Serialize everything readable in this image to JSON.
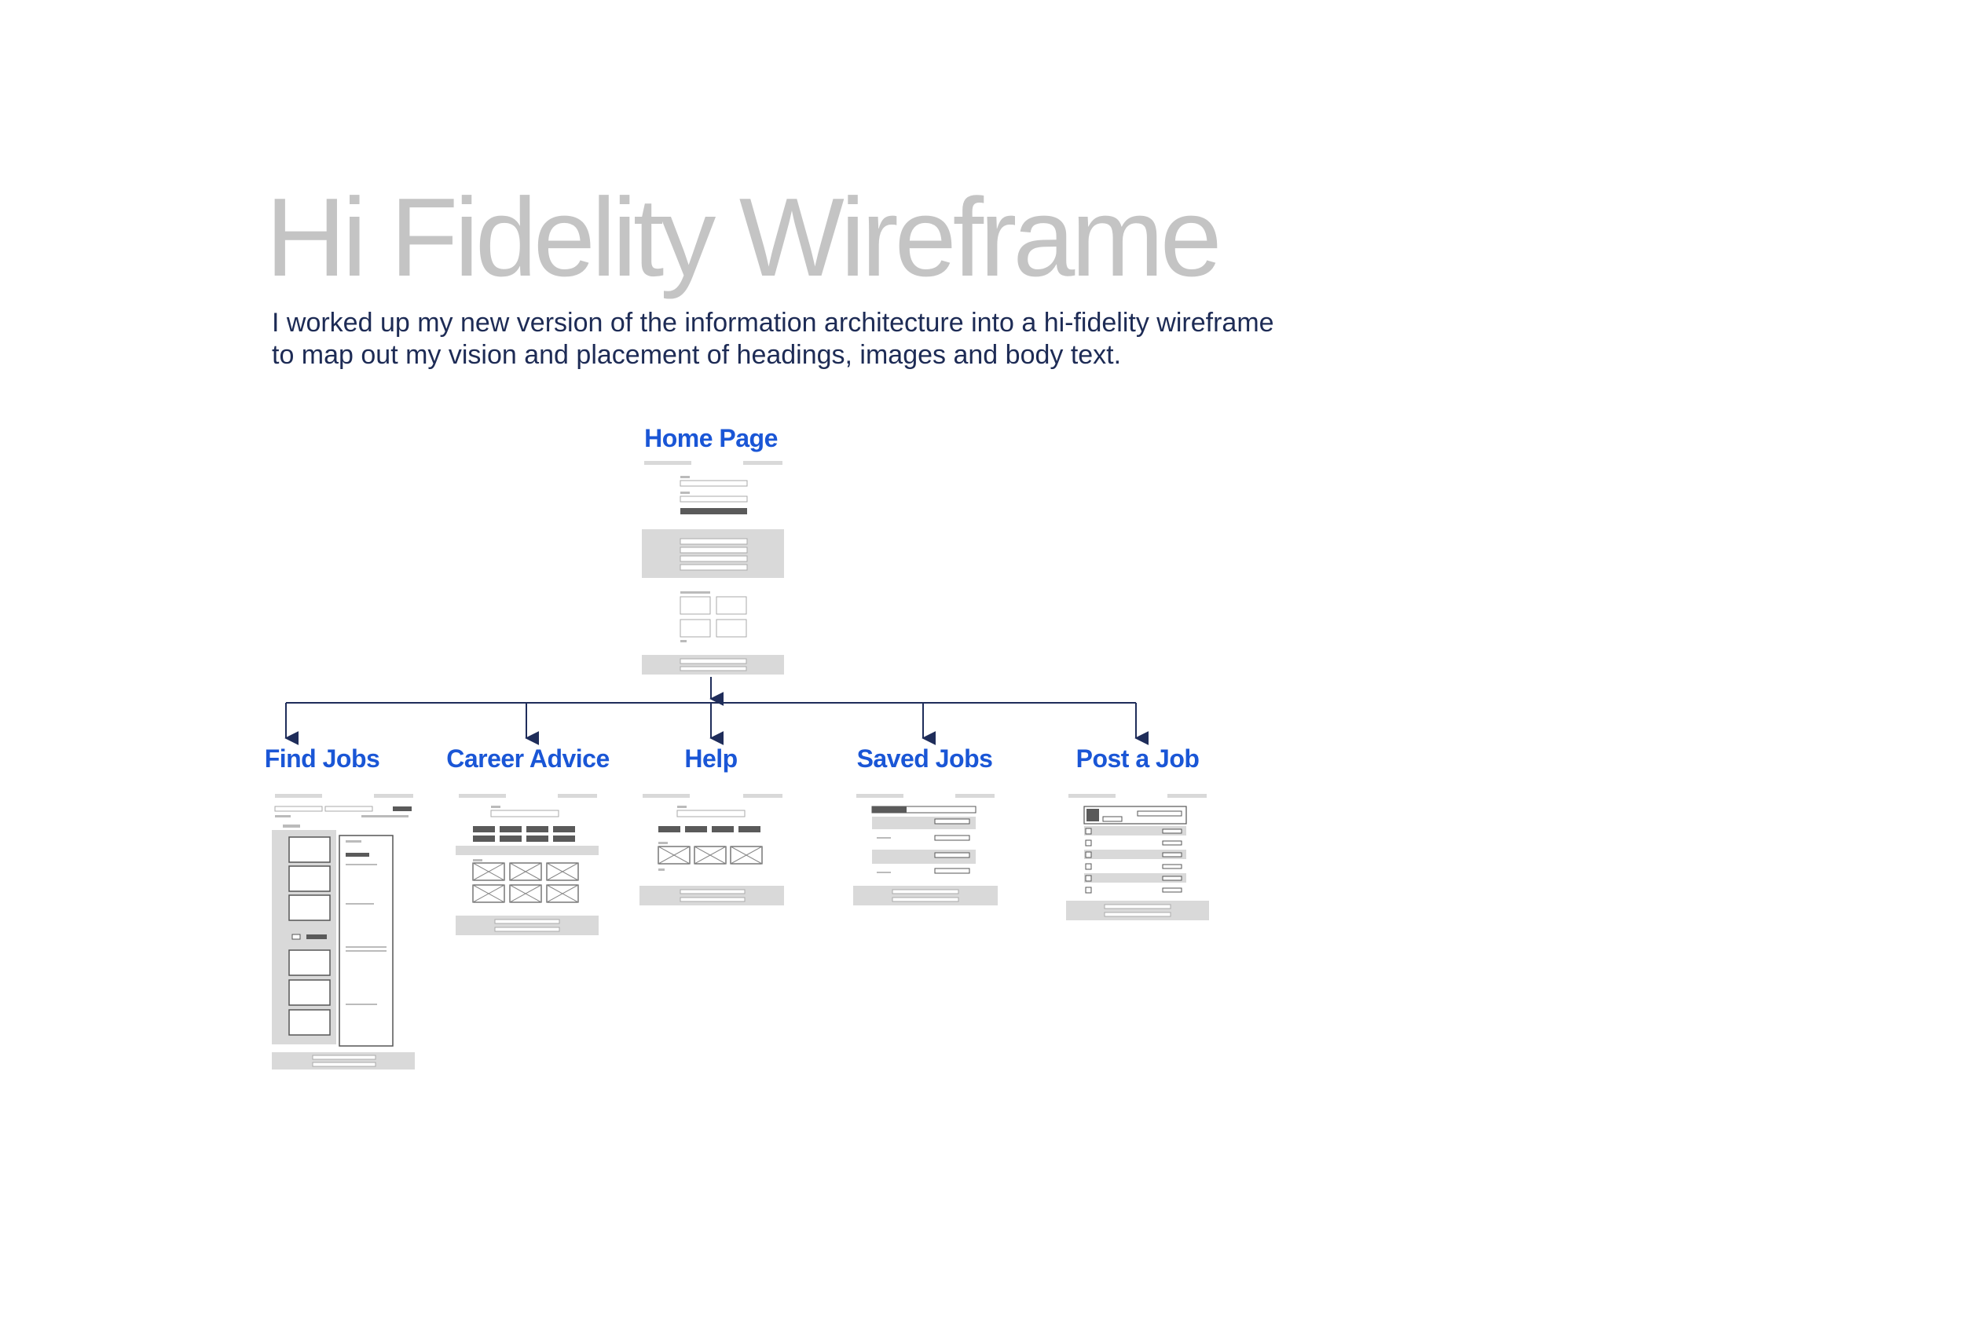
{
  "title": "Hi Fidelity Wireframe",
  "description": {
    "line1": "I worked up my new version of the information architecture into a hi-fidelity wireframe",
    "line2": "to map out my vision and placement of headings, images and body text."
  },
  "nodes": {
    "home": "Home Page",
    "find_jobs": "Find Jobs",
    "career_advice": "Career Advice",
    "help": "Help",
    "saved_jobs": "Saved Jobs",
    "post_a_job": "Post a Job"
  },
  "colors": {
    "title": "#c4c4c4",
    "description": "#1d2b55",
    "node_label": "#1a56d6",
    "connector": "#1f2d5a",
    "wire_gray": "#d9d9d9",
    "wire_dark": "#555555"
  }
}
